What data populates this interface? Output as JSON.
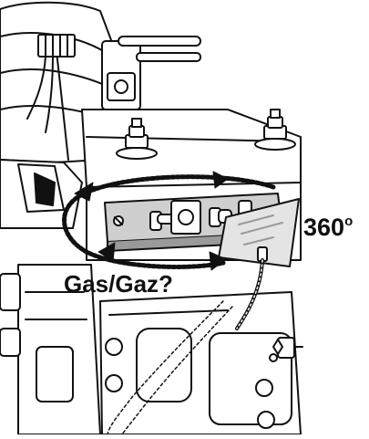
{
  "labels": {
    "angle": "360",
    "angle_unit": "o",
    "gas_check": "Gas/Gaz?"
  },
  "colors": {
    "ink": "#111111",
    "fill": "#ffffff",
    "shade": "#9a9a9a",
    "plate": "#cfcfcf",
    "mirror": "#e4e4e4"
  }
}
